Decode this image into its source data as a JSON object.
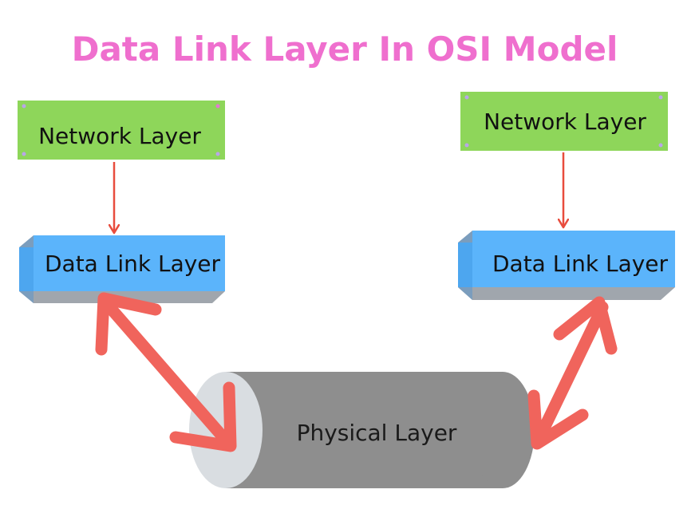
{
  "title": "Data Link Layer In OSI Model",
  "left_stack": {
    "network_layer": "Network Layer",
    "data_link_layer": "Data Link Layer"
  },
  "right_stack": {
    "network_layer": "Network Layer",
    "data_link_layer": "Data Link Layer"
  },
  "physical_layer": "Physical Layer",
  "colors": {
    "title": "#ef6fce",
    "network_box": "#8ed65a",
    "data_link_front": "#5bb4fb",
    "data_link_depth": "#a0a6ad",
    "cylinder_body": "#8e8e8e",
    "cylinder_end": "#d9dde1",
    "thin_arrow": "#e84c3d",
    "thick_arrow": "#f0645c"
  }
}
